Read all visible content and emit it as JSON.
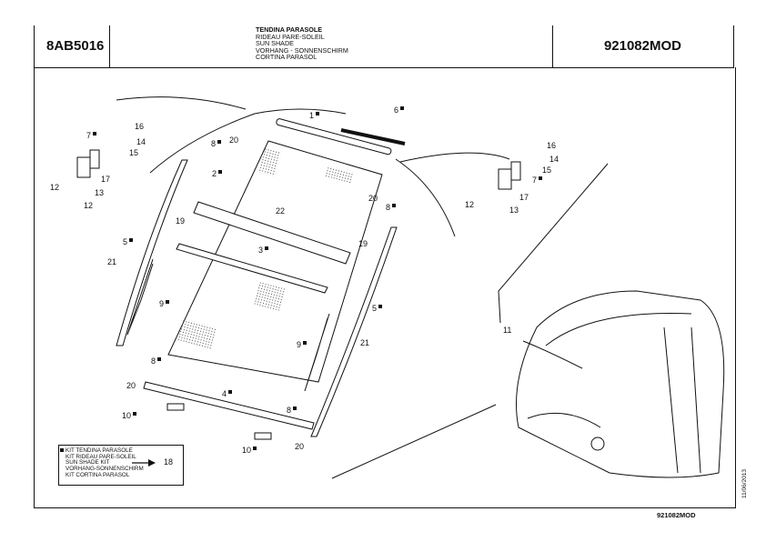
{
  "header": {
    "code_left": "8AB5016",
    "code_right": "921082MOD",
    "titles": [
      "TENDINA PARASOLE",
      "RIDEAU PARE-SOLEIL",
      "SUN SHADE",
      "VORHANG - SONNENSCHIRM",
      "CORTINA PARASOL"
    ]
  },
  "callouts": [
    {
      "text": "1",
      "kit": true
    },
    {
      "text": "6",
      "kit": true
    },
    {
      "text": "7",
      "kit": true
    },
    {
      "text": "16",
      "kit": false
    },
    {
      "text": "14",
      "kit": false
    },
    {
      "text": "15",
      "kit": false
    },
    {
      "text": "17",
      "kit": false
    },
    {
      "text": "12",
      "kit": false
    },
    {
      "text": "13",
      "kit": false
    },
    {
      "text": "12",
      "kit": false
    },
    {
      "text": "8",
      "kit": true
    },
    {
      "text": "20",
      "kit": false
    },
    {
      "text": "2",
      "kit": true
    },
    {
      "text": "19",
      "kit": false
    },
    {
      "text": "22",
      "kit": false
    },
    {
      "text": "20",
      "kit": false
    },
    {
      "text": "8",
      "kit": true
    },
    {
      "text": "5",
      "kit": true
    },
    {
      "text": "21",
      "kit": false
    },
    {
      "text": "3",
      "kit": true
    },
    {
      "text": "19",
      "kit": false
    },
    {
      "text": "9",
      "kit": true
    },
    {
      "text": "5",
      "kit": true
    },
    {
      "text": "9",
      "kit": true
    },
    {
      "text": "21",
      "kit": false
    },
    {
      "text": "8",
      "kit": true
    },
    {
      "text": "20",
      "kit": false
    },
    {
      "text": "4",
      "kit": true
    },
    {
      "text": "10",
      "kit": true
    },
    {
      "text": "8",
      "kit": true
    },
    {
      "text": "20",
      "kit": false
    },
    {
      "text": "10",
      "kit": true
    },
    {
      "text": "16",
      "kit": false
    },
    {
      "text": "14",
      "kit": false
    },
    {
      "text": "15",
      "kit": false
    },
    {
      "text": "7",
      "kit": true
    },
    {
      "text": "17",
      "kit": false
    },
    {
      "text": "12",
      "kit": false
    },
    {
      "text": "13",
      "kit": false
    },
    {
      "text": "11",
      "kit": false
    }
  ],
  "kit_box": {
    "lines": [
      "KIT TENDINA PARASOLE",
      "KIT RIDEAU PARE-SOLEIL",
      "SUN SHADE KIT",
      "VORHANG-SONNENSCHIRM",
      "KIT CORTINA PARASOL"
    ],
    "target": "18"
  },
  "footer": {
    "code": "921082MOD",
    "date": "11/06/2013"
  }
}
